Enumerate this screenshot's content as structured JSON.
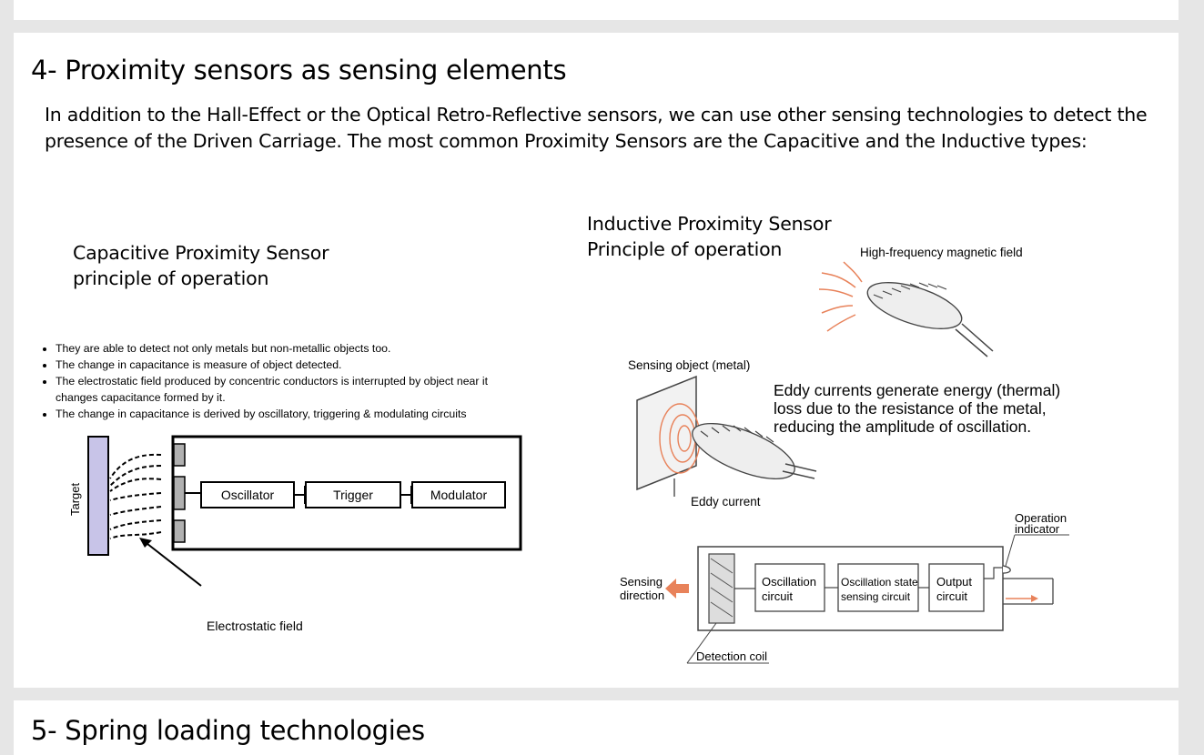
{
  "section": {
    "title": "4- Proximity sensors as sensing elements",
    "intro": "In addition to the Hall-Effect or the Optical Retro-Reflective sensors, we can use other sensing technologies to detect the presence of the Driven Carriage. The most common Proximity Sensors are the Capacitive and the Inductive types:"
  },
  "capacitive": {
    "title": "Capacitive Proximity Sensor\nprinciple of operation",
    "bullets": [
      "They are able to detect not only metals but non-metallic objects too.",
      "The change in capacitance is measure of object detected.",
      "The electrostatic field produced by concentric conductors is interrupted by object near it changes capacitance formed by it.",
      "The change in capacitance is derived by oscillatory, triggering & modulating circuits"
    ],
    "diagram": {
      "target_label": "Target",
      "blocks": [
        "Oscillator",
        "Trigger",
        "Modulator"
      ],
      "field_label": "Electrostatic field"
    },
    "colors": {
      "target_fill": "#c8c4e8",
      "plate_fill": "#b0b0b0"
    }
  },
  "inductive": {
    "title": "Inductive Proximity Sensor\nPrinciple of operation",
    "field_label": "High-frequency magnetic field",
    "object_label": "Sensing object (metal)",
    "eddy_note": [
      "Eddy currents generate energy (thermal)",
      "loss due to the resistance of the metal,",
      "reducing the amplitude of oscillation."
    ],
    "eddy_label": "Eddy current",
    "operation_indicator": [
      "Operation",
      "indicator"
    ],
    "sensing_direction": [
      "Sensing",
      "direction"
    ],
    "circuits": [
      [
        "Oscillation",
        "circuit"
      ],
      [
        "Oscillation state",
        "sensing circuit"
      ],
      [
        "Output",
        "circuit"
      ]
    ],
    "coil_label": "Detection coil",
    "colors": {
      "accent": "#e8825a"
    }
  },
  "next_section": {
    "title": "5- Spring loading technologies"
  }
}
